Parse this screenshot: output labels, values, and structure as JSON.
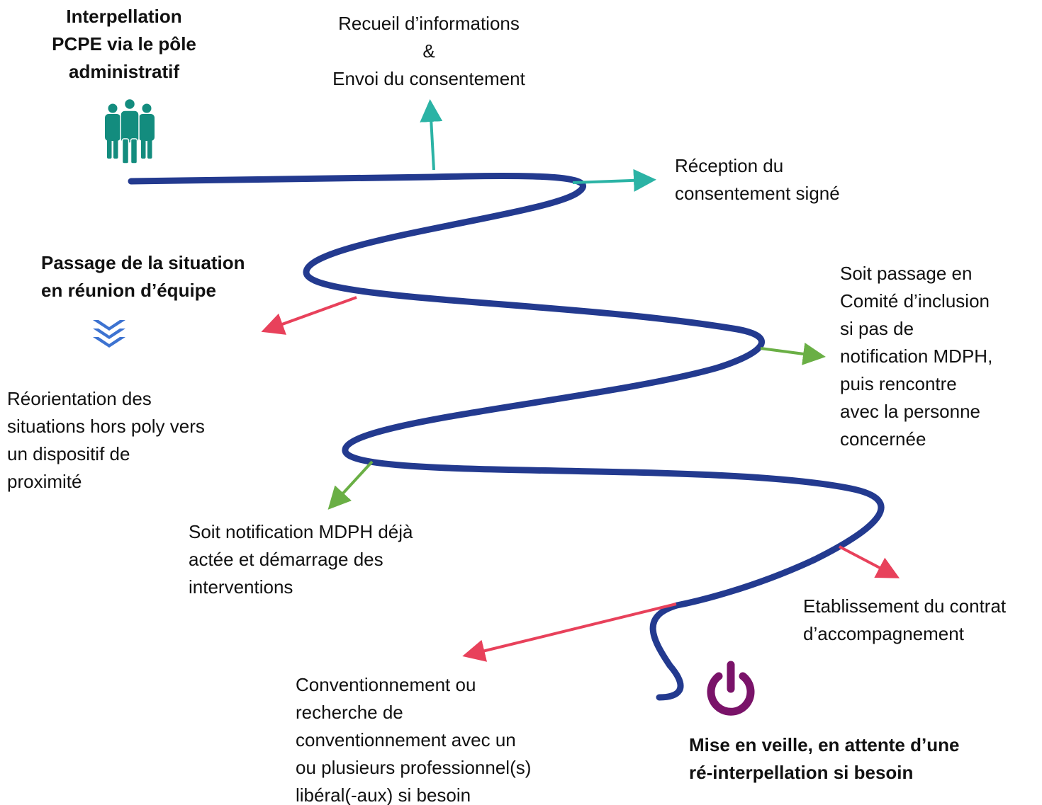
{
  "colors": {
    "path": "#233A8F",
    "teal_arrow": "#2BB3A5",
    "red_arrow": "#E8415B",
    "green_arrow": "#6AAF45",
    "people_icon": "#138C7E",
    "chevron_icon": "#3D73D1",
    "power_icon": "#7A1369"
  },
  "icons": {
    "start": "people-icon",
    "reorientation": "chevron-down-icon",
    "end": "power-icon"
  },
  "labels": {
    "interpellation": "Interpellation\nPCPE via le pôle\nadministratif",
    "recueil": "Recueil d’informations\n&\nEnvoi du consentement",
    "reception": "Réception du\nconsentement signé",
    "passage": "Passage de la situation\nen réunion d’équipe",
    "reorientation": "Réorientation des\nsituations hors poly vers\nun dispositif de\nproximité",
    "comite": "Soit passage en\nComité d’inclusion\nsi pas de\nnotification MDPH,\npuis rencontre\navec la personne\nconcernée",
    "notification": "Soit notification MDPH déjà\nactée et démarrage des\ninterventions",
    "contrat": "Etablissement du contrat\nd’accompagnement",
    "conventionnement": "Conventionnement ou\nrecherche de\nconventionnement avec un\nou plusieurs professionnel(s)\nlibéral(-aux) si besoin",
    "veille": "Mise en veille, en attente d’une\nré-interpellation si besoin"
  }
}
